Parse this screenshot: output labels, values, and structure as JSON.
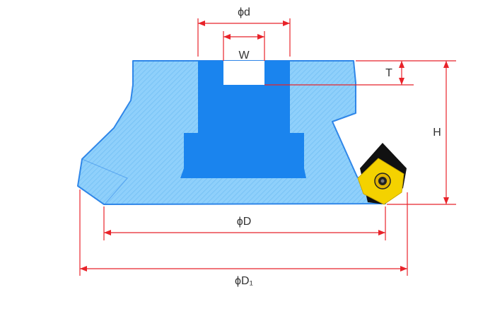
{
  "colors": {
    "body_fill": "#8fd0fb",
    "body_hatch": "#6fbdf3",
    "body_stroke": "#2f86e8",
    "inner_fill": "#1a84ee",
    "insert_yellow": "#f4d200",
    "insert_dark": "#111111",
    "dimension_line": "#e8232a",
    "background": "#ffffff"
  },
  "labels": {
    "phi_d": "ϕd",
    "width": "W",
    "thickness": "T",
    "height": "H",
    "phi_D": "ϕD",
    "phi_D1": "ϕD₁"
  },
  "icons": {
    "insert": "square-cutting-insert-icon",
    "screw": "insert-screw-icon"
  }
}
